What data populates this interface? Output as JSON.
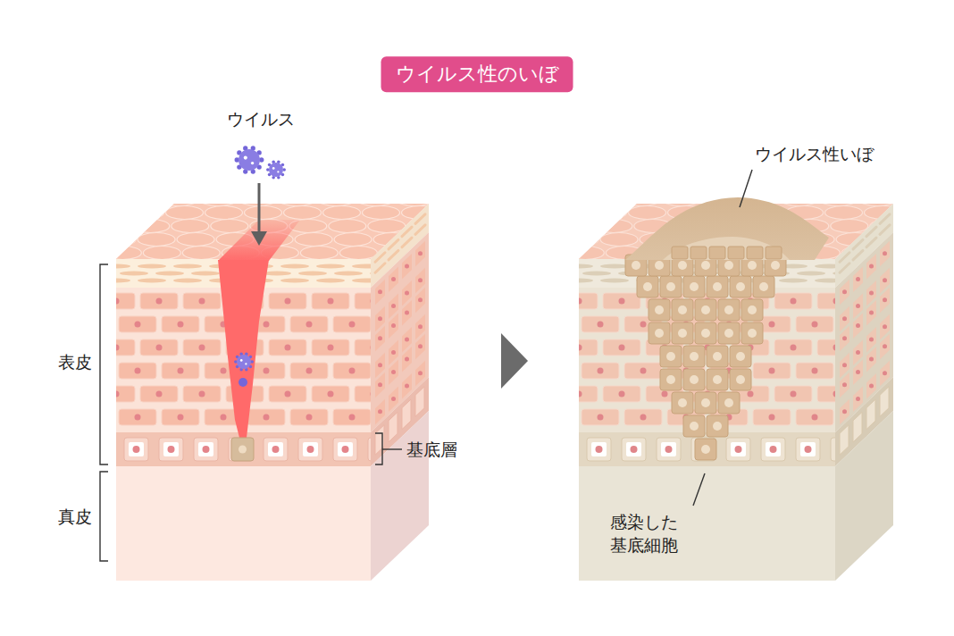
{
  "diagram": {
    "title": "ウイルス性のいぼ",
    "labels": [
      "ウイルス",
      "表皮",
      "真皮",
      "基底層",
      "ウイルス性いぼ",
      "感染した 基底細胞"
    ]
  }
}
